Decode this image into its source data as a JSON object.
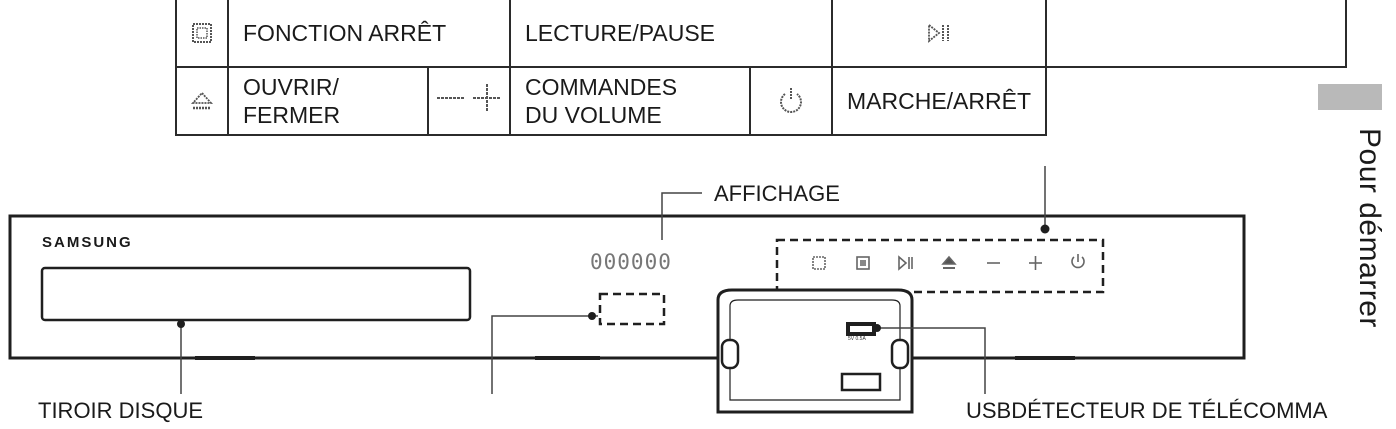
{
  "legend": {
    "row1": {
      "stop_label": "FONCTION ARRÊT",
      "play_label": "LECTURE/PAUSE"
    },
    "row2": {
      "eject_label": "OUVRIR/\nFERMER",
      "volume_label": "COMMANDES\nDU VOLUME",
      "power_label": "MARCHE/ARRÊT"
    }
  },
  "section_tab": "Pour démarrer",
  "device": {
    "brand": "SAMSUNG",
    "display_digits": "000000",
    "usb_port_text": "5V 0.5A"
  },
  "callouts": {
    "display": "AFFICHAGE",
    "disc_tray": "TIROIR DISQUE",
    "usb": "USB",
    "remote_sensor": "DÉTECTEUR DE TÉLÉCOMMA"
  },
  "icons": [
    "stop-icon",
    "play-pause-icon",
    "eject-icon",
    "volume-minus-icon",
    "volume-plus-icon",
    "power-icon"
  ]
}
